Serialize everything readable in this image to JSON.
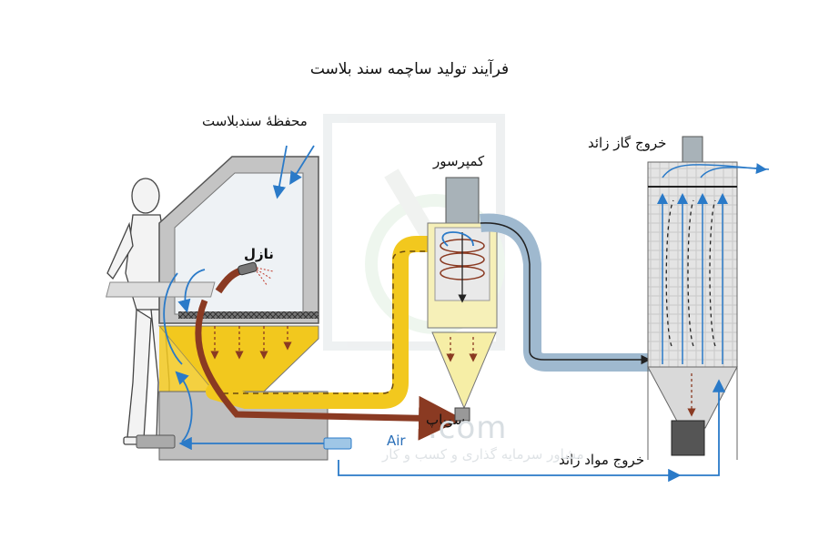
{
  "title": "فرآیند تولید ساچمه سند بلاست",
  "labels": {
    "cabinet": "محفظهٔ سندبلاست",
    "nozzle": "نازل",
    "compressor": "کمپرسور",
    "gas_exit": "خروج گاز زائد",
    "valve": "سوپاپ",
    "waste_exit": "خروج مواد زائد",
    "air": "Air"
  },
  "watermark": {
    "brand": ".com",
    "tagline": "مشاور سرمایه گذاری و کسب و کار"
  },
  "colors": {
    "abrasive_flow": "#f2c81e",
    "return_flow": "#8a3a22",
    "air_flow": "#2a7ac8",
    "duct": "#a9cbe0",
    "machine": "#bdbdbd",
    "hopper": "#f6eea6",
    "collector_pipe": "#9fb9cf"
  }
}
